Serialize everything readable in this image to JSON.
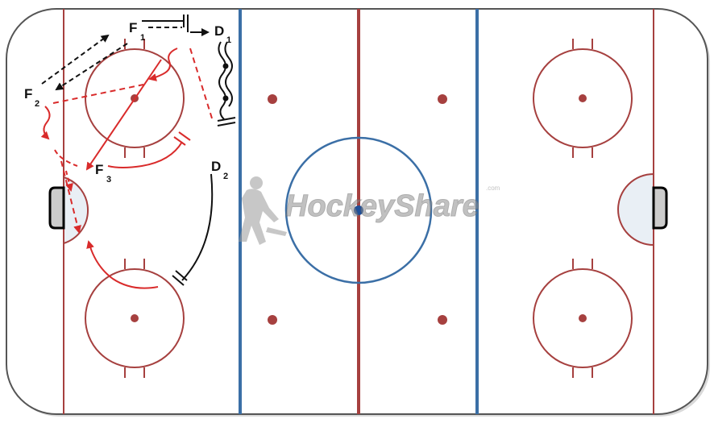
{
  "players": {
    "f1": {
      "letter": "F",
      "sub": "1"
    },
    "f2": {
      "letter": "F",
      "sub": "2"
    },
    "f3": {
      "letter": "F",
      "sub": "3"
    },
    "d1": {
      "letter": "D",
      "sub": "1"
    },
    "d2": {
      "letter": "D",
      "sub": "2"
    }
  },
  "watermark": {
    "text": "HockeyShare",
    "suffix": ".com"
  },
  "colors": {
    "ice": "#ffffff",
    "board": "#000000",
    "red_line": "#a6403f",
    "blue_line": "#3b6fa6",
    "faceoff": "#a6403f",
    "crease": "#e9eff5",
    "net": "#cccccc",
    "play_red": "#d92b2b",
    "play_black": "#111111",
    "center_dot": "#1f4f99"
  }
}
